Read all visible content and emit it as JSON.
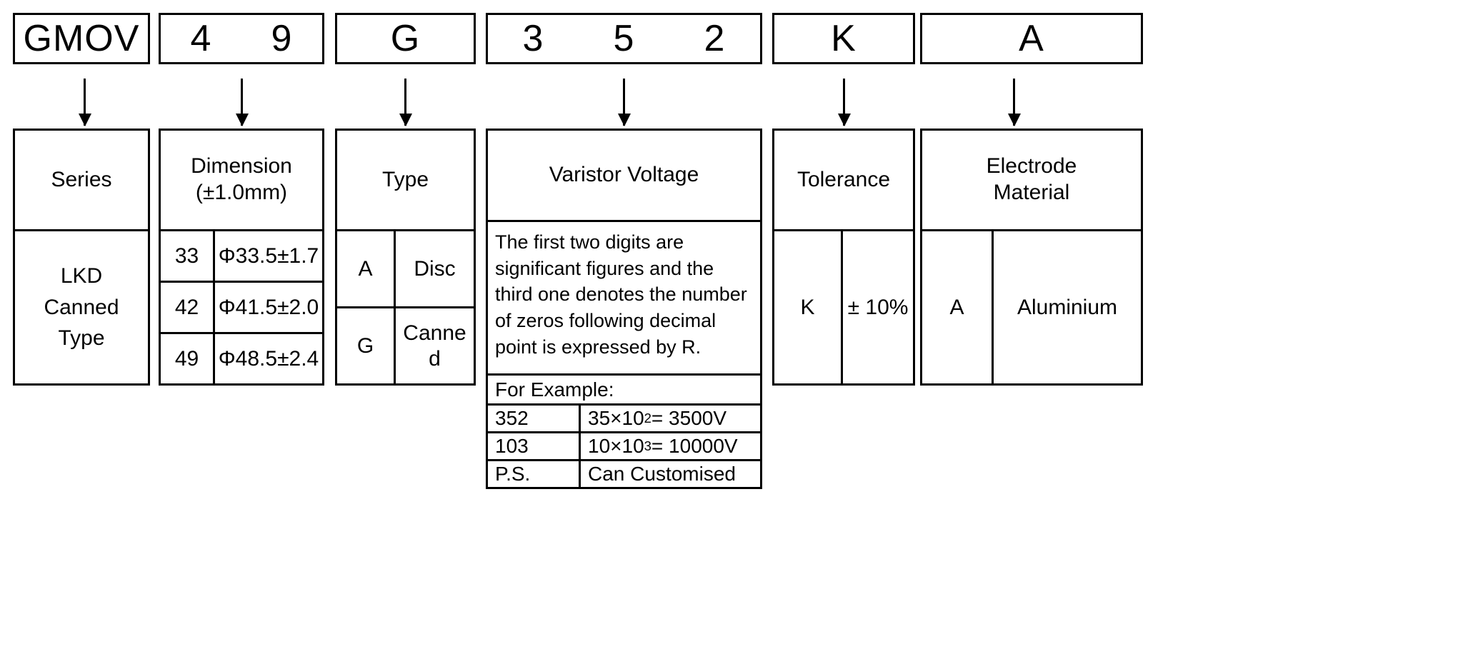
{
  "part_code": {
    "segments": [
      {
        "name": "series",
        "chars": [
          "GMOV"
        ]
      },
      {
        "name": "dimension",
        "chars": [
          "4",
          "9"
        ]
      },
      {
        "name": "type",
        "chars": [
          "G"
        ]
      },
      {
        "name": "varistor-voltage",
        "chars": [
          "3",
          "5",
          "2"
        ]
      },
      {
        "name": "tolerance",
        "chars": [
          "K"
        ]
      },
      {
        "name": "electrode-material",
        "chars": [
          "A"
        ]
      }
    ]
  },
  "panels": {
    "series": {
      "title": "Series",
      "value": "LKD\nCanned\nType"
    },
    "dimension": {
      "title_line1": "Dimension",
      "title_line2": "(±1.0mm)",
      "rows": [
        {
          "code": "33",
          "value": "Φ33.5±1.7"
        },
        {
          "code": "42",
          "value": "Φ41.5±2.0"
        },
        {
          "code": "49",
          "value": "Φ48.5±2.4"
        }
      ]
    },
    "type": {
      "title": "Type",
      "rows": [
        {
          "code": "A",
          "value": "Disc"
        },
        {
          "code": "G",
          "value": "Canned"
        }
      ]
    },
    "varistor_voltage": {
      "title": "Varistor Voltage",
      "description": "The first two digits are significant figures and the third one denotes the number of zeros following decimal point is expressed by R.",
      "example_title": "For Example:",
      "examples": [
        {
          "code": "352",
          "mantissa": "35×10",
          "exponent": "2",
          "result": " = 3500V"
        },
        {
          "code": "103",
          "mantissa": "10×10",
          "exponent": "3",
          "result": " = 10000V"
        },
        {
          "code": "P.S.",
          "mantissa": "Can Customised",
          "exponent": "",
          "result": ""
        }
      ]
    },
    "tolerance": {
      "title": "Tolerance",
      "code": "K",
      "value": "± 10%"
    },
    "electrode_material": {
      "title_line1": "Electrode",
      "title_line2": "Material",
      "code": "A",
      "value": "Aluminium"
    }
  }
}
